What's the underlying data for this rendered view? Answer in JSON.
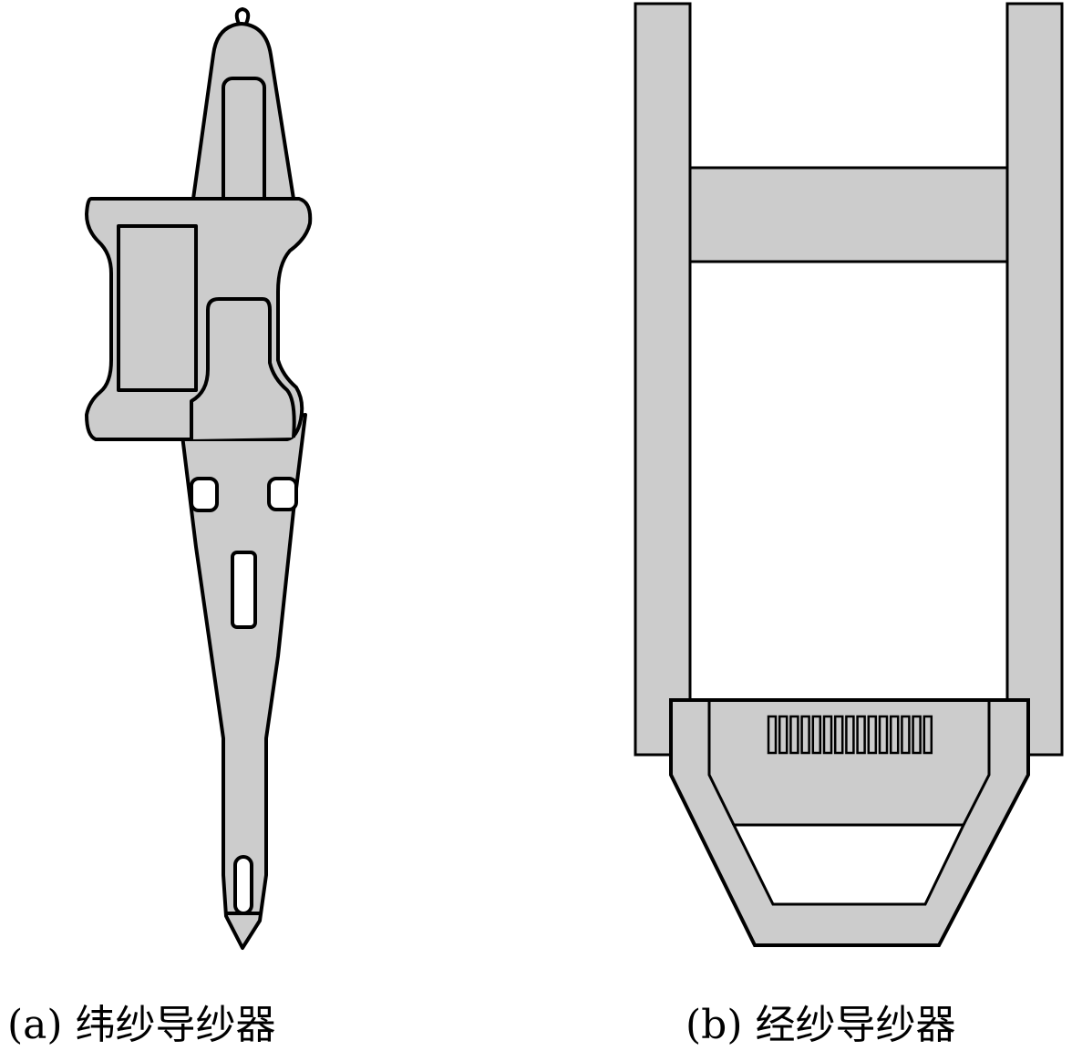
{
  "figure": {
    "fill_color": "#cccccc",
    "stroke_color": "#000000",
    "panel_a": {
      "caption": "(a) 纬纱导纱器"
    },
    "panel_b": {
      "caption": "(b) 经纱导纱器",
      "comb_slot_count": 15
    }
  }
}
